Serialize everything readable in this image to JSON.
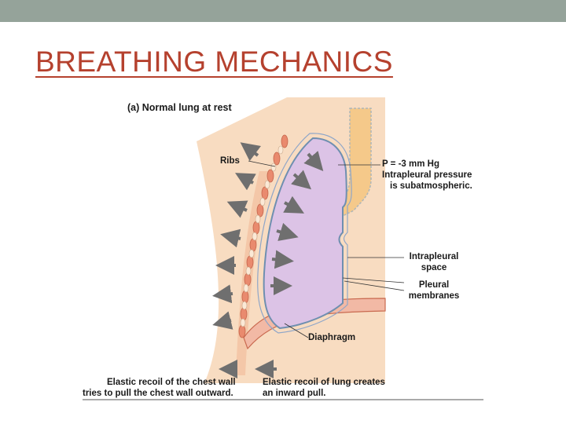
{
  "slide": {
    "title": "BREATHING MECHANICS"
  },
  "figure": {
    "panel_title": "(a) Normal lung at rest",
    "labels": {
      "ribs": "Ribs",
      "pressure_1": "P = -3 mm Hg",
      "pressure_2": "Intrapleural pressure",
      "pressure_3": "is subatmospheric.",
      "space_1": "Intrapleural",
      "space_2": "space",
      "membranes_1": "Pleural",
      "membranes_2": "membranes",
      "diaphragm": "Diaphragm"
    },
    "captions": {
      "left_1": "Elastic recoil of the chest wall",
      "left_2": "tries to pull the chest wall outward.",
      "right_1": "Elastic recoil of lung creates",
      "right_2": "an inward pull."
    }
  },
  "colors": {
    "title": "#b5412e",
    "header_bar": "#95a39a",
    "lung": "#dcc3e6",
    "tissue": "#f8dcc1",
    "rib": "#e98a6e"
  }
}
